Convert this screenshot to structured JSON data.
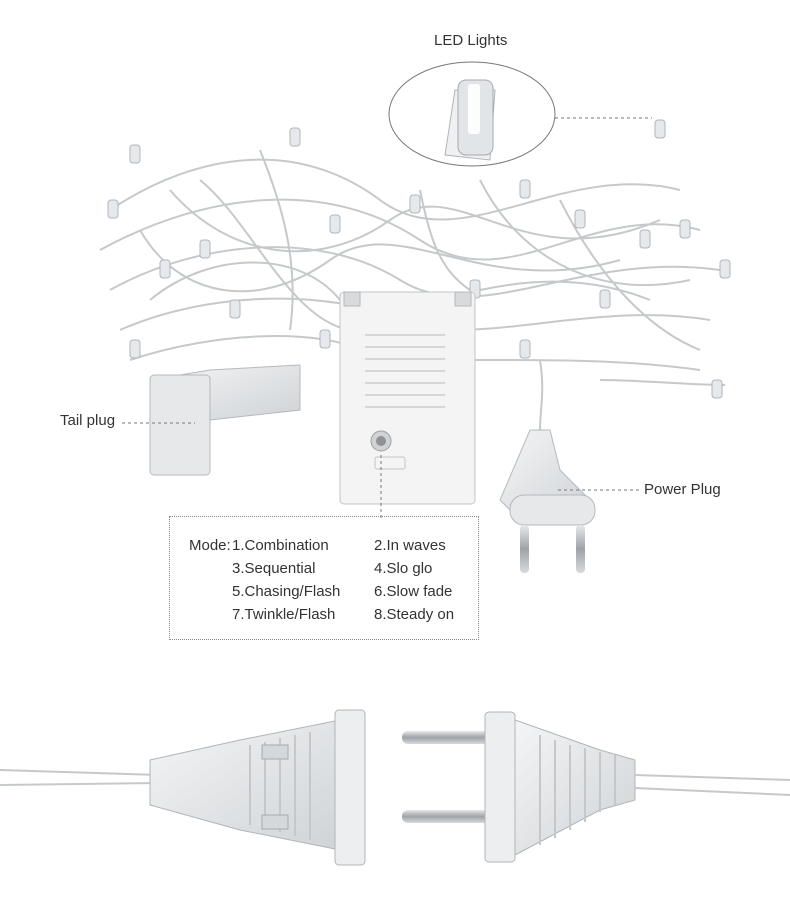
{
  "callouts": {
    "led_lights": "LED Lights",
    "tail_plug": "Tail plug",
    "power_plug": "Power Plug"
  },
  "modes": {
    "prefix": "Mode:",
    "items": [
      "1.Combination",
      "2.In waves",
      "3.Sequential",
      "4.Slo glo",
      "5.Chasing/Flash",
      "6.Slow fade",
      "7.Twinkle/Flash",
      "8.Steady on"
    ]
  },
  "colors": {
    "wire": "#c9ccd0",
    "plastic": "#e8eaec",
    "controller": "#f3f3f3",
    "pin": "#b8bcc0"
  }
}
